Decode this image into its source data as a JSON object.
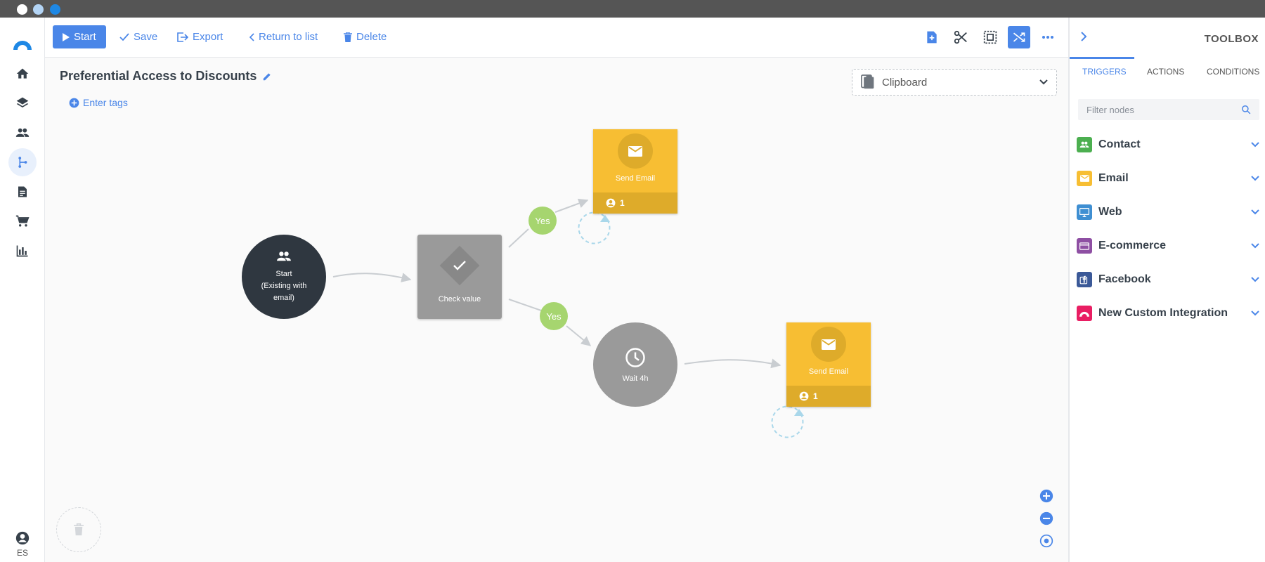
{
  "window": {
    "dot_colors": [
      "#ffffff",
      "#b3d4f5",
      "#1e88e5"
    ]
  },
  "colors": {
    "accent": "#4a86e8",
    "email_node": "#f7be33",
    "condition_node": "#9a9a9a",
    "start_node": "#2f3740",
    "yes_label": "#a6d56f"
  },
  "rail": {
    "items": [
      {
        "icon": "logo-icon"
      },
      {
        "icon": "home-icon"
      },
      {
        "icon": "layers-icon"
      },
      {
        "icon": "people-icon"
      },
      {
        "icon": "automation-flow-icon",
        "active": true
      },
      {
        "icon": "document-icon"
      },
      {
        "icon": "cart-icon"
      },
      {
        "icon": "bar-chart-icon"
      }
    ],
    "language": "ES"
  },
  "toolbar": {
    "start_label": "Start",
    "save_label": "Save",
    "export_label": "Export",
    "return_label": "Return to list",
    "delete_label": "Delete",
    "right_icons": [
      "add-node-icon",
      "cut-icon",
      "select-icon",
      "shuffle-icon",
      "more-icon"
    ]
  },
  "workflow": {
    "title": "Preferential Access to Discounts",
    "tags_label": "Enter tags",
    "clipboard_label": "Clipboard",
    "nodes": {
      "start": {
        "line1": "Start",
        "line2": "(Existing with",
        "line3": "email)"
      },
      "check": {
        "label": "Check value"
      },
      "send_email_top": {
        "label": "Send Email",
        "count": "1"
      },
      "wait": {
        "label": "Wait 4h"
      },
      "send_email_bottom": {
        "label": "Send Email",
        "count": "1"
      }
    },
    "branch_labels": {
      "top": "Yes",
      "bottom": "Yes"
    }
  },
  "toolbox": {
    "title": "TOOLBOX",
    "tabs": [
      {
        "label": "TRIGGERS",
        "active": true
      },
      {
        "label": "ACTIONS"
      },
      {
        "label": "CONDITIONS"
      }
    ],
    "filter_placeholder": "Filter nodes",
    "categories": [
      {
        "label": "Contact",
        "color": "#4caf50",
        "icon": "people-icon"
      },
      {
        "label": "Email",
        "color": "#f7be33",
        "icon": "envelope-icon"
      },
      {
        "label": "Web",
        "color": "#3f8fd2",
        "icon": "monitor-icon"
      },
      {
        "label": "E-commerce",
        "color": "#8e4fa3",
        "icon": "card-icon"
      },
      {
        "label": "Facebook",
        "color": "#3b5998",
        "icon": "facebook-icon"
      },
      {
        "label": "New Custom Integration",
        "color": "#e91e63",
        "icon": "custom-integration-icon"
      }
    ]
  }
}
